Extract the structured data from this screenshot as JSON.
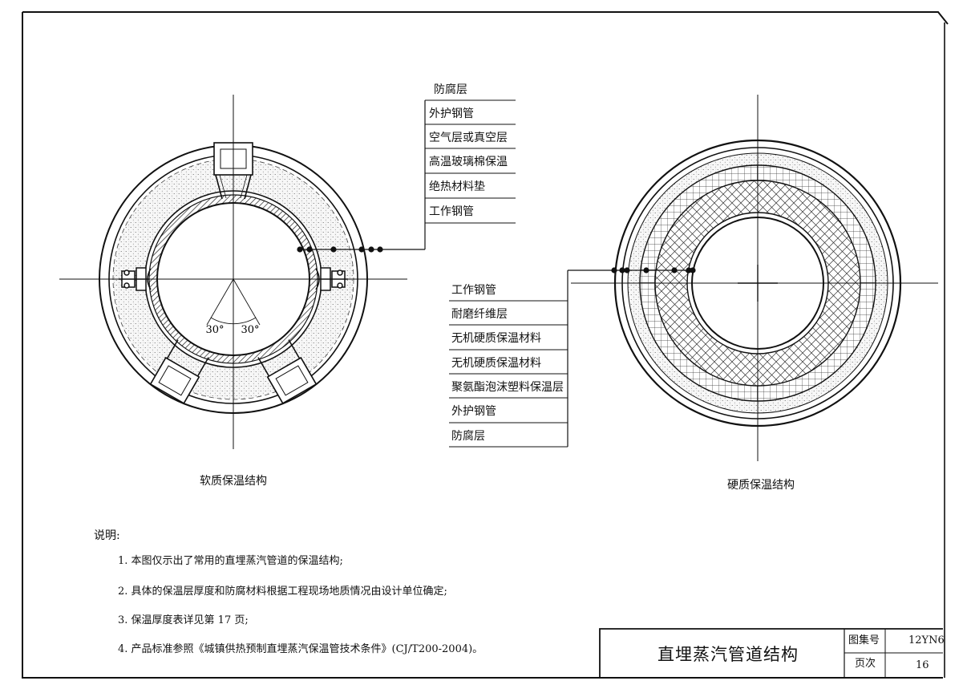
{
  "drawing": {
    "soft": {
      "caption": "软质保温结构",
      "angle_left": "30°",
      "angle_right": "30°",
      "labels": [
        "防腐层",
        "外护钢管",
        "空气层或真空层",
        "高温玻璃棉保温",
        "绝热材料垫",
        "工作钢管"
      ]
    },
    "hard": {
      "caption": "硬质保温结构",
      "labels": [
        "工作钢管",
        "耐磨纤维层",
        "无机硬质保温材料",
        "无机硬质保温材料",
        "聚氨酯泡沫塑料保温层",
        "外护钢管",
        "防腐层"
      ]
    }
  },
  "notes": {
    "heading": "说明:",
    "items": [
      "1. 本图仅示出了常用的直埋蒸汽管道的保温结构;",
      "2. 具体的保温层厚度和防腐材料根据工程现场地质情况由设计单位确定;",
      "3. 保温厚度表详见第 17 页;",
      "4. 产品标准参照《城镇供热预制直埋蒸汽保温管技术条件》(CJ/T200-2004)。"
    ]
  },
  "title_block": {
    "title": "直埋蒸汽管道结构",
    "atlas_label": "图集号",
    "atlas_value": "12YN6",
    "page_label": "页次",
    "page_value": "16"
  }
}
